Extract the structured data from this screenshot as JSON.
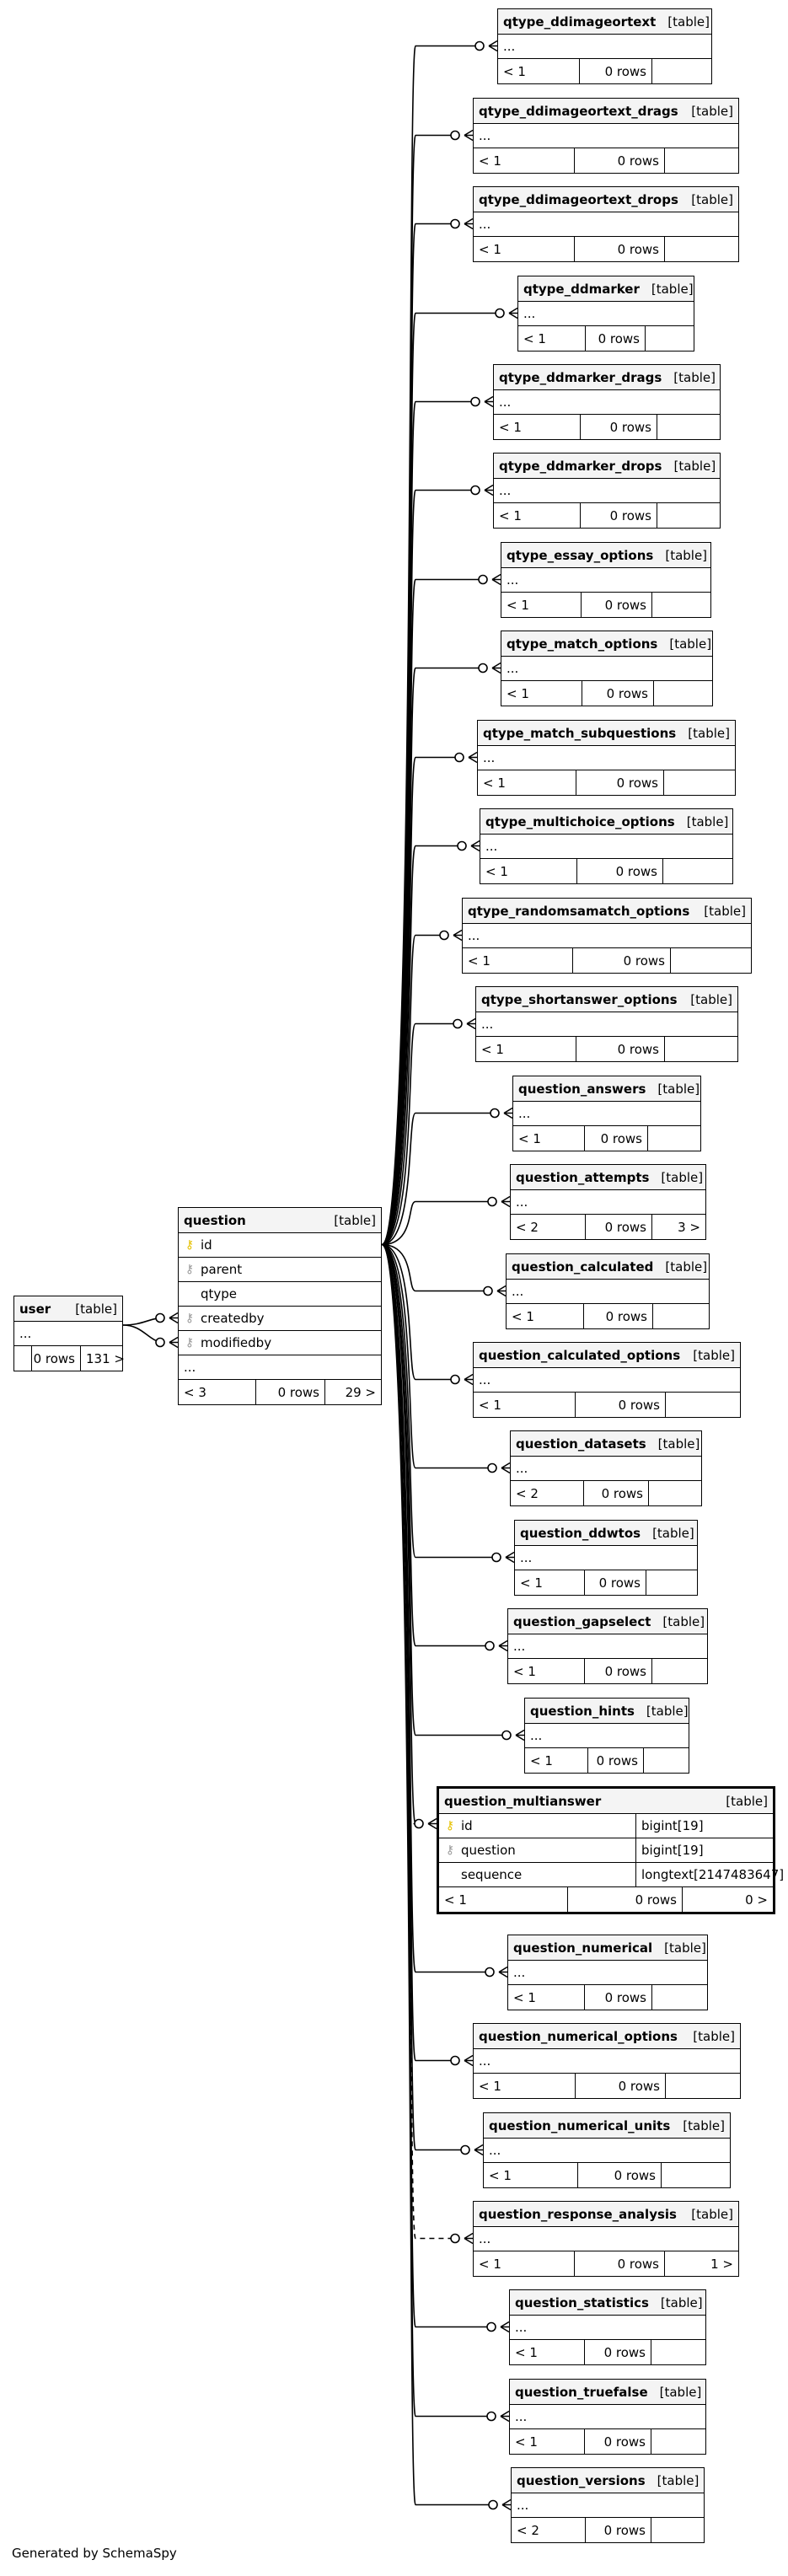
{
  "footer": "Generated by SchemaSpy",
  "tables": [
    {
      "id": "qtype_ddimageortext",
      "name": "qtype_ddimageortext",
      "kind": "[table]",
      "columns": [
        {
          "name": "..."
        }
      ],
      "parents": "< 1",
      "rows": "0 rows",
      "children": ""
    },
    {
      "id": "qtype_ddimageortext_drags",
      "name": "qtype_ddimageortext_drags",
      "kind": "[table]",
      "columns": [
        {
          "name": "..."
        }
      ],
      "parents": "< 1",
      "rows": "0 rows",
      "children": ""
    },
    {
      "id": "qtype_ddimageortext_drops",
      "name": "qtype_ddimageortext_drops",
      "kind": "[table]",
      "columns": [
        {
          "name": "..."
        }
      ],
      "parents": "< 1",
      "rows": "0 rows",
      "children": ""
    },
    {
      "id": "qtype_ddmarker",
      "name": "qtype_ddmarker",
      "kind": "[table]",
      "columns": [
        {
          "name": "..."
        }
      ],
      "parents": "< 1",
      "rows": "0 rows",
      "children": ""
    },
    {
      "id": "qtype_ddmarker_drags",
      "name": "qtype_ddmarker_drags",
      "kind": "[table]",
      "columns": [
        {
          "name": "..."
        }
      ],
      "parents": "< 1",
      "rows": "0 rows",
      "children": ""
    },
    {
      "id": "qtype_ddmarker_drops",
      "name": "qtype_ddmarker_drops",
      "kind": "[table]",
      "columns": [
        {
          "name": "..."
        }
      ],
      "parents": "< 1",
      "rows": "0 rows",
      "children": ""
    },
    {
      "id": "qtype_essay_options",
      "name": "qtype_essay_options",
      "kind": "[table]",
      "columns": [
        {
          "name": "..."
        }
      ],
      "parents": "< 1",
      "rows": "0 rows",
      "children": ""
    },
    {
      "id": "qtype_match_options",
      "name": "qtype_match_options",
      "kind": "[table]",
      "columns": [
        {
          "name": "..."
        }
      ],
      "parents": "< 1",
      "rows": "0 rows",
      "children": ""
    },
    {
      "id": "qtype_match_subquestions",
      "name": "qtype_match_subquestions",
      "kind": "[table]",
      "columns": [
        {
          "name": "..."
        }
      ],
      "parents": "< 1",
      "rows": "0 rows",
      "children": ""
    },
    {
      "id": "qtype_multichoice_options",
      "name": "qtype_multichoice_options",
      "kind": "[table]",
      "columns": [
        {
          "name": "..."
        }
      ],
      "parents": "< 1",
      "rows": "0 rows",
      "children": ""
    },
    {
      "id": "qtype_randomsamatch_options",
      "name": "qtype_randomsamatch_options",
      "kind": "[table]",
      "columns": [
        {
          "name": "..."
        }
      ],
      "parents": "< 1",
      "rows": "0 rows",
      "children": ""
    },
    {
      "id": "qtype_shortanswer_options",
      "name": "qtype_shortanswer_options",
      "kind": "[table]",
      "columns": [
        {
          "name": "..."
        }
      ],
      "parents": "< 1",
      "rows": "0 rows",
      "children": ""
    },
    {
      "id": "question_answers",
      "name": "question_answers",
      "kind": "[table]",
      "columns": [
        {
          "name": "..."
        }
      ],
      "parents": "< 1",
      "rows": "0 rows",
      "children": ""
    },
    {
      "id": "question_attempts",
      "name": "question_attempts",
      "kind": "[table]",
      "columns": [
        {
          "name": "..."
        }
      ],
      "parents": "< 2",
      "rows": "0 rows",
      "children": "3 >"
    },
    {
      "id": "question_calculated",
      "name": "question_calculated",
      "kind": "[table]",
      "columns": [
        {
          "name": "..."
        }
      ],
      "parents": "< 1",
      "rows": "0 rows",
      "children": ""
    },
    {
      "id": "question_calculated_options",
      "name": "question_calculated_options",
      "kind": "[table]",
      "columns": [
        {
          "name": "..."
        }
      ],
      "parents": "< 1",
      "rows": "0 rows",
      "children": ""
    },
    {
      "id": "question_datasets",
      "name": "question_datasets",
      "kind": "[table]",
      "columns": [
        {
          "name": "..."
        }
      ],
      "parents": "< 2",
      "rows": "0 rows",
      "children": ""
    },
    {
      "id": "question_ddwtos",
      "name": "question_ddwtos",
      "kind": "[table]",
      "columns": [
        {
          "name": "..."
        }
      ],
      "parents": "< 1",
      "rows": "0 rows",
      "children": ""
    },
    {
      "id": "question_gapselect",
      "name": "question_gapselect",
      "kind": "[table]",
      "columns": [
        {
          "name": "..."
        }
      ],
      "parents": "< 1",
      "rows": "0 rows",
      "children": ""
    },
    {
      "id": "question_hints",
      "name": "question_hints",
      "kind": "[table]",
      "columns": [
        {
          "name": "..."
        }
      ],
      "parents": "< 1",
      "rows": "0 rows",
      "children": ""
    },
    {
      "id": "question_multianswer",
      "name": "question_multianswer",
      "kind": "[table]",
      "focus": true,
      "columns": [
        {
          "name": "id",
          "key": "pk",
          "type": "bigint[19]"
        },
        {
          "name": "question",
          "key": "fk",
          "type": "bigint[19]"
        },
        {
          "name": "sequence",
          "type": "longtext[2147483647]"
        }
      ],
      "parents": "< 1",
      "rows": "0 rows",
      "children": "0 >"
    },
    {
      "id": "question_numerical",
      "name": "question_numerical",
      "kind": "[table]",
      "columns": [
        {
          "name": "..."
        }
      ],
      "parents": "< 1",
      "rows": "0 rows",
      "children": ""
    },
    {
      "id": "question_numerical_options",
      "name": "question_numerical_options",
      "kind": "[table]",
      "columns": [
        {
          "name": "..."
        }
      ],
      "parents": "< 1",
      "rows": "0 rows",
      "children": ""
    },
    {
      "id": "question_numerical_units",
      "name": "question_numerical_units",
      "kind": "[table]",
      "columns": [
        {
          "name": "..."
        }
      ],
      "parents": "< 1",
      "rows": "0 rows",
      "children": ""
    },
    {
      "id": "question_response_analysis",
      "name": "question_response_analysis",
      "kind": "[table]",
      "columns": [
        {
          "name": "..."
        }
      ],
      "parents": "< 1",
      "rows": "0 rows",
      "children": "1 >"
    },
    {
      "id": "question_statistics",
      "name": "question_statistics",
      "kind": "[table]",
      "columns": [
        {
          "name": "..."
        }
      ],
      "parents": "< 1",
      "rows": "0 rows",
      "children": ""
    },
    {
      "id": "question_truefalse",
      "name": "question_truefalse",
      "kind": "[table]",
      "columns": [
        {
          "name": "..."
        }
      ],
      "parents": "< 1",
      "rows": "0 rows",
      "children": ""
    },
    {
      "id": "question_versions",
      "name": "question_versions",
      "kind": "[table]",
      "columns": [
        {
          "name": "..."
        }
      ],
      "parents": "< 2",
      "rows": "0 rows",
      "children": ""
    },
    {
      "id": "question",
      "name": "question",
      "kind": "[table]",
      "columns": [
        {
          "name": "id",
          "key": "pk"
        },
        {
          "name": "parent",
          "key": "fk"
        },
        {
          "name": "qtype"
        },
        {
          "name": "createdby",
          "key": "fk"
        },
        {
          "name": "modifiedby",
          "key": "fk"
        },
        {
          "name": "..."
        }
      ],
      "parents": "< 3",
      "rows": "0 rows",
      "children": "29 >"
    },
    {
      "id": "user",
      "name": "user",
      "kind": "[table]",
      "columns": [
        {
          "name": "..."
        }
      ],
      "parents": "",
      "rows": "0 rows",
      "children": "131 >"
    }
  ]
}
